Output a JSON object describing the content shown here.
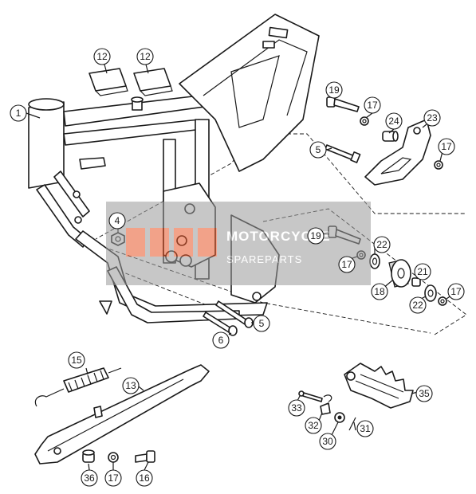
{
  "diagram": {
    "title": "",
    "callouts": [
      "1",
      "4",
      "5",
      "5",
      "6",
      "12",
      "12",
      "13",
      "15",
      "16",
      "17",
      "17",
      "17",
      "17",
      "18",
      "19",
      "19",
      "21",
      "22",
      "22",
      "23",
      "24",
      "30",
      "31",
      "32",
      "33",
      "35",
      "36"
    ]
  },
  "watermark": {
    "brand": "MOTORCYCLE",
    "sub": "SPAREPARTS"
  },
  "colors": {
    "line": "#1a1a1a",
    "watermark_bg": "#9a9a9a",
    "watermark_accent": "#e8572a"
  }
}
